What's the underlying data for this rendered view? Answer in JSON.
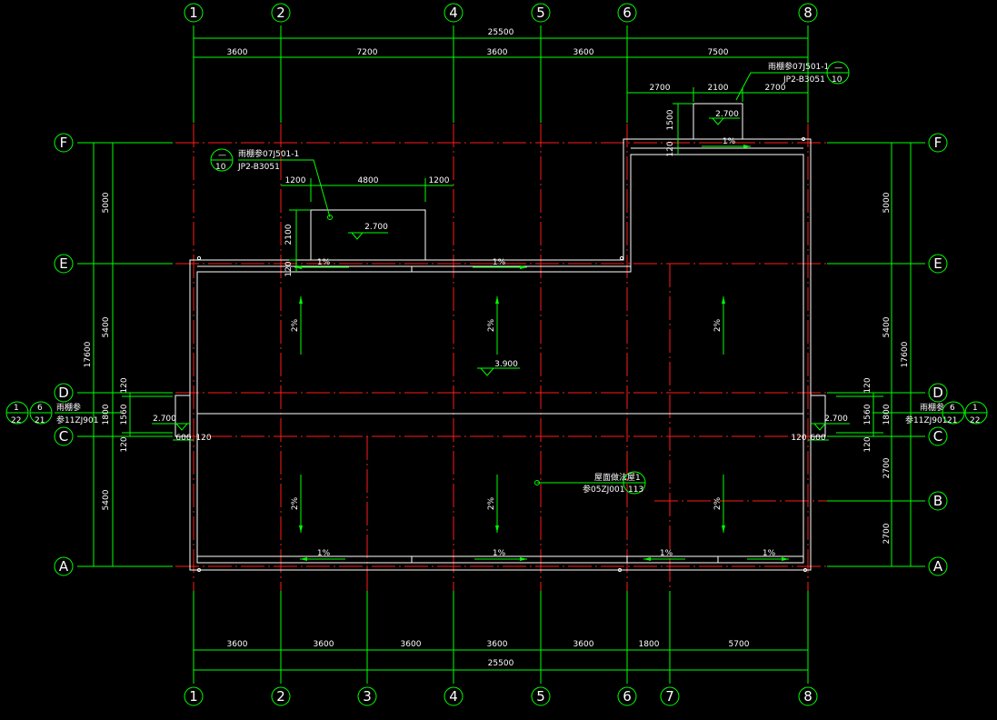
{
  "colors": {
    "background": "#000000",
    "grid_line": "#ff1a1a",
    "dimension": "#00ff00",
    "wall": "#ffffff",
    "text": "#ffffff"
  },
  "axes": {
    "top": [
      "1",
      "2",
      "4",
      "5",
      "6",
      "8"
    ],
    "bottom": [
      "1",
      "2",
      "3",
      "4",
      "5",
      "6",
      "7",
      "8"
    ],
    "left": [
      "F",
      "E",
      "D",
      "C",
      "A"
    ],
    "right": [
      "F",
      "E",
      "D",
      "C",
      "B",
      "A"
    ]
  },
  "dimensions": {
    "top_total": "25500",
    "top_segments": [
      "3600",
      "7200",
      "3600",
      "3600",
      "7500"
    ],
    "bottom_total": "25500",
    "bottom_segments": [
      "3600",
      "3600",
      "3600",
      "3600",
      "3600",
      "1800",
      "5700"
    ],
    "left_total": "17600",
    "left_segments": [
      "5000",
      "5400",
      "120",
      "1560",
      "120",
      "5400"
    ],
    "right_total": "17600",
    "right_outer": [
      "5000",
      "5400",
      "1800",
      "2700",
      "2700"
    ],
    "right_inner": [
      "120",
      "1560",
      "120"
    ],
    "left_1800": "1800",
    "canopy_top_right": [
      "2700",
      "2100",
      "2700",
      "1500",
      "120"
    ],
    "canopy_left": [
      "1200",
      "4800",
      "1200",
      "2100",
      "120"
    ],
    "side_left": [
      "600",
      "120"
    ],
    "side_right": [
      "120",
      "600"
    ]
  },
  "elevations": {
    "canopy_right": "2.700",
    "canopy_left": "2.700",
    "roof": "3.900",
    "side_left": "2.700",
    "side_right": "2.700"
  },
  "slopes": {
    "horizontal": "1%",
    "vertical": "2%"
  },
  "notes": {
    "ref_top_right_1": "雨棚参07J501-1",
    "ref_top_right_2": "JP2-B3051",
    "ref_top_right_index": "10",
    "ref_top_left_1": "雨棚参07J501-1",
    "ref_top_left_2": "JP2-B3051",
    "ref_top_left_index": "10",
    "roof_outlet_1": "屋面做法",
    "roof_outlet_2": "参05ZJ001",
    "roof_outlet_index_top": "屋1",
    "roof_outlet_index_bottom": "113",
    "side_left_1": "雨棚参",
    "side_left_2": "参11ZJ901",
    "side_right_1": "雨棚参",
    "side_right_2": "参11ZJ901",
    "detail_left_a_top": "1",
    "detail_left_a_bottom": "22",
    "detail_left_b_top": "6",
    "detail_left_b_bottom": "21",
    "detail_right_b_top": "6",
    "detail_right_b_bottom": "21",
    "detail_right_a_top": "1",
    "detail_right_a_bottom": "22"
  }
}
